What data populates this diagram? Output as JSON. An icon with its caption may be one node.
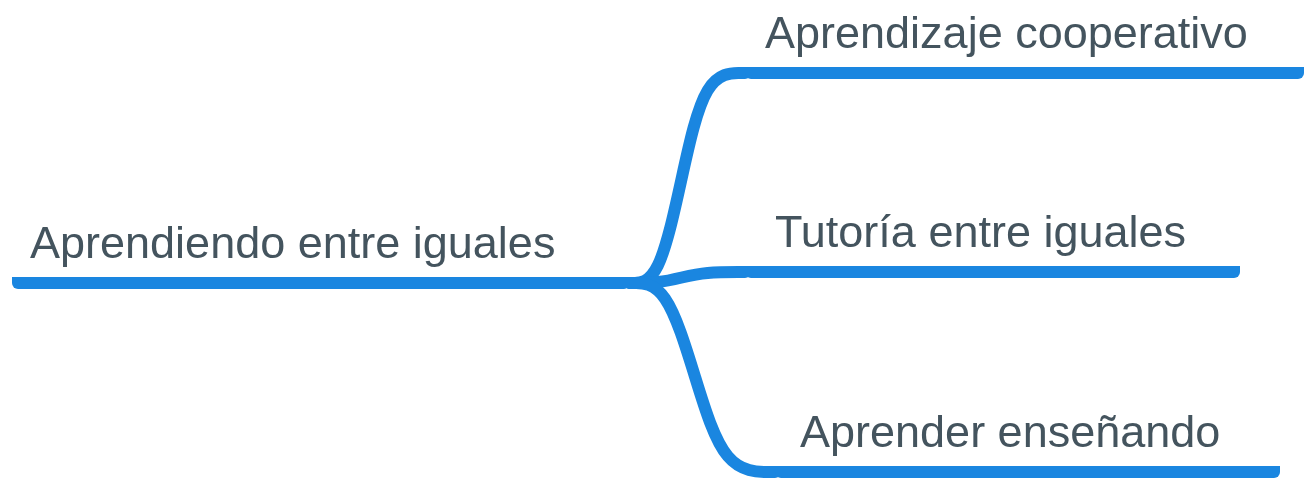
{
  "diagram": {
    "nodes": [
      {
        "text": [
          "Aprendiendo entre iguales"
        ]
      },
      {
        "text": [
          "Aprendizaje cooperativo"
        ]
      },
      {
        "text": [
          "Tutoría entre iguales"
        ]
      },
      {
        "text": [
          "Aprender enseñando"
        ]
      }
    ],
    "edges": [
      {
        "from": 0,
        "to": 1,
        "arrow": "none"
      },
      {
        "from": 0,
        "to": 2,
        "arrow": "none"
      },
      {
        "from": 0,
        "to": 3,
        "arrow": "none"
      }
    ]
  }
}
